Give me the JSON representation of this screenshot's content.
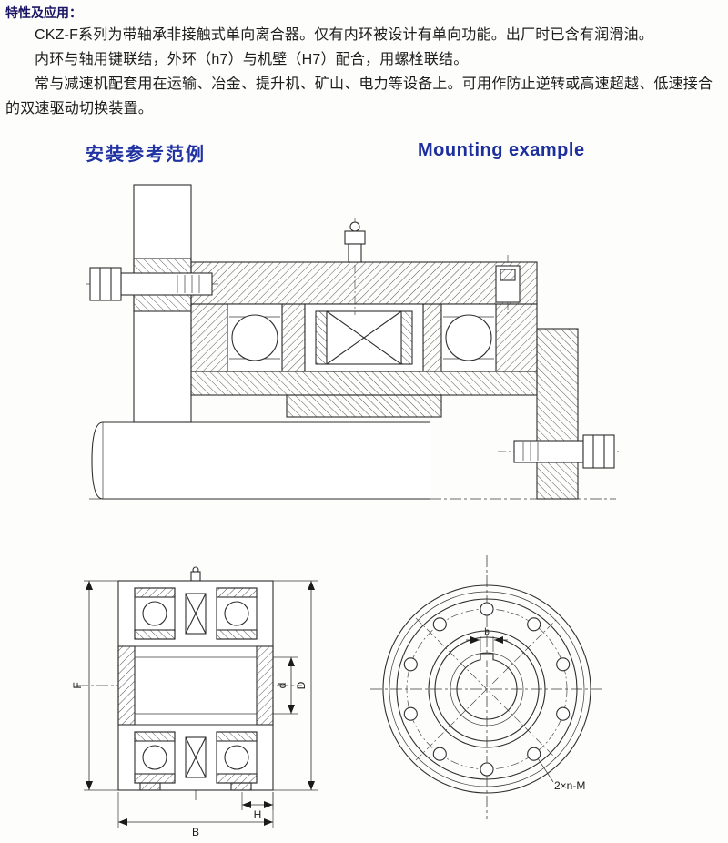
{
  "doc": {
    "section_title": "特性及应用：",
    "paragraphs": [
      "CKZ-F系列为带轴承非接触式单向离合器。仅有内环被设计有单向功能。出厂时已含有润滑油。",
      "内环与轴用键联结，外环（h7）与机壁（H7）配合，用螺栓联结。",
      "常与减速机配套用在运输、冶金、提升机、矿山、电力等设备上。可用作防止逆转或高速超越、低速接合的双速驱动切换装置。"
    ],
    "heading_cn": "安装参考范例",
    "heading_en": "Mounting example",
    "labels": {
      "F": "F",
      "d": "d",
      "D": "D",
      "H": "H",
      "B": "B",
      "b": "b",
      "bolt_note": "2×n-M"
    },
    "colors": {
      "heading_blue": "#2133a3",
      "title_navy": "#1a1464",
      "text": "#1d1d1d",
      "line": "#2e2e2e"
    }
  }
}
